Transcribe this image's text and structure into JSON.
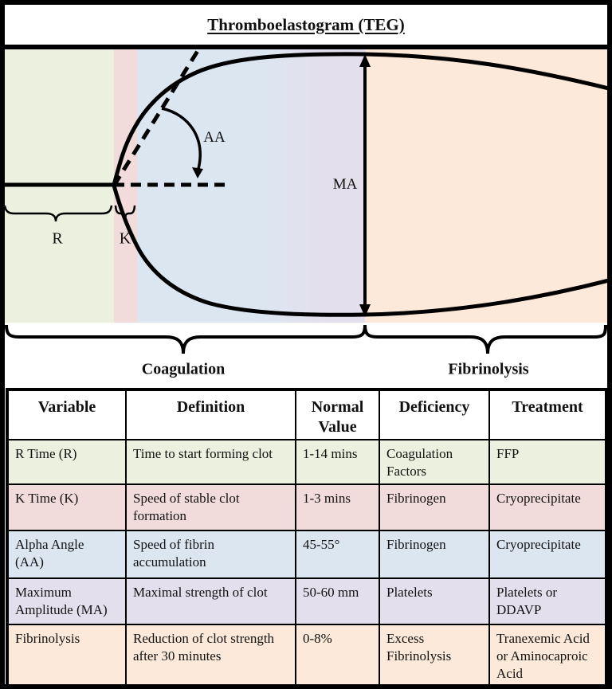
{
  "title": "Thromboelastogram (TEG)",
  "diagram": {
    "curve_labels": {
      "r": "R",
      "k": "K",
      "alpha_angle": "AA",
      "max_amplitude": "MA"
    },
    "phase_labels": {
      "coagulation": "Coagulation",
      "fibrinolysis": "Fibrinolysis"
    },
    "band_colors": {
      "r_band": "#EBF1DE",
      "k_band": "#F2DCDB",
      "aa_band": "#DCE6F1",
      "ma_band": "#E4DFEC",
      "fibrinolysis_band": "#FDE9D9"
    },
    "line_color": "#000000"
  },
  "table": {
    "headers": [
      "Variable",
      "Definition",
      "Normal\nValue",
      "Deficiency",
      "Treatment"
    ],
    "rows": [
      {
        "variable": "R Time (R)",
        "definition": "Time to start forming clot",
        "normal_value": "1-14 mins",
        "deficiency": "Coagulation\nFactors",
        "treatment": "FFP",
        "row_color": "#EBF1DE"
      },
      {
        "variable": "K Time (K)",
        "definition": "Speed of stable clot\nformation",
        "normal_value": "1-3 mins",
        "deficiency": "Fibrinogen",
        "treatment": "Cryoprecipitate",
        "row_color": "#F2DCDB"
      },
      {
        "variable": "Alpha Angle\n(AA)",
        "definition": "Speed of fibrin\naccumulation",
        "normal_value": "45-55°",
        "deficiency": "Fibrinogen",
        "treatment": "Cryoprecipitate",
        "row_color": "#DCE6F1"
      },
      {
        "variable": "Maximum\nAmplitude (MA)",
        "definition": "Maximal strength of clot",
        "normal_value": "50-60 mm",
        "deficiency": "Platelets",
        "treatment": "Platelets or\nDDAVP",
        "row_color": "#E4DFEC"
      },
      {
        "variable": "Fibrinolysis",
        "definition": "Reduction of clot strength\nafter 30 minutes",
        "normal_value": "0-8%",
        "deficiency": "Excess\nFibrinolysis",
        "treatment": "Tranexemic Acid\nor Aminocaproic\nAcid",
        "row_color": "#FDE9D9"
      }
    ]
  }
}
